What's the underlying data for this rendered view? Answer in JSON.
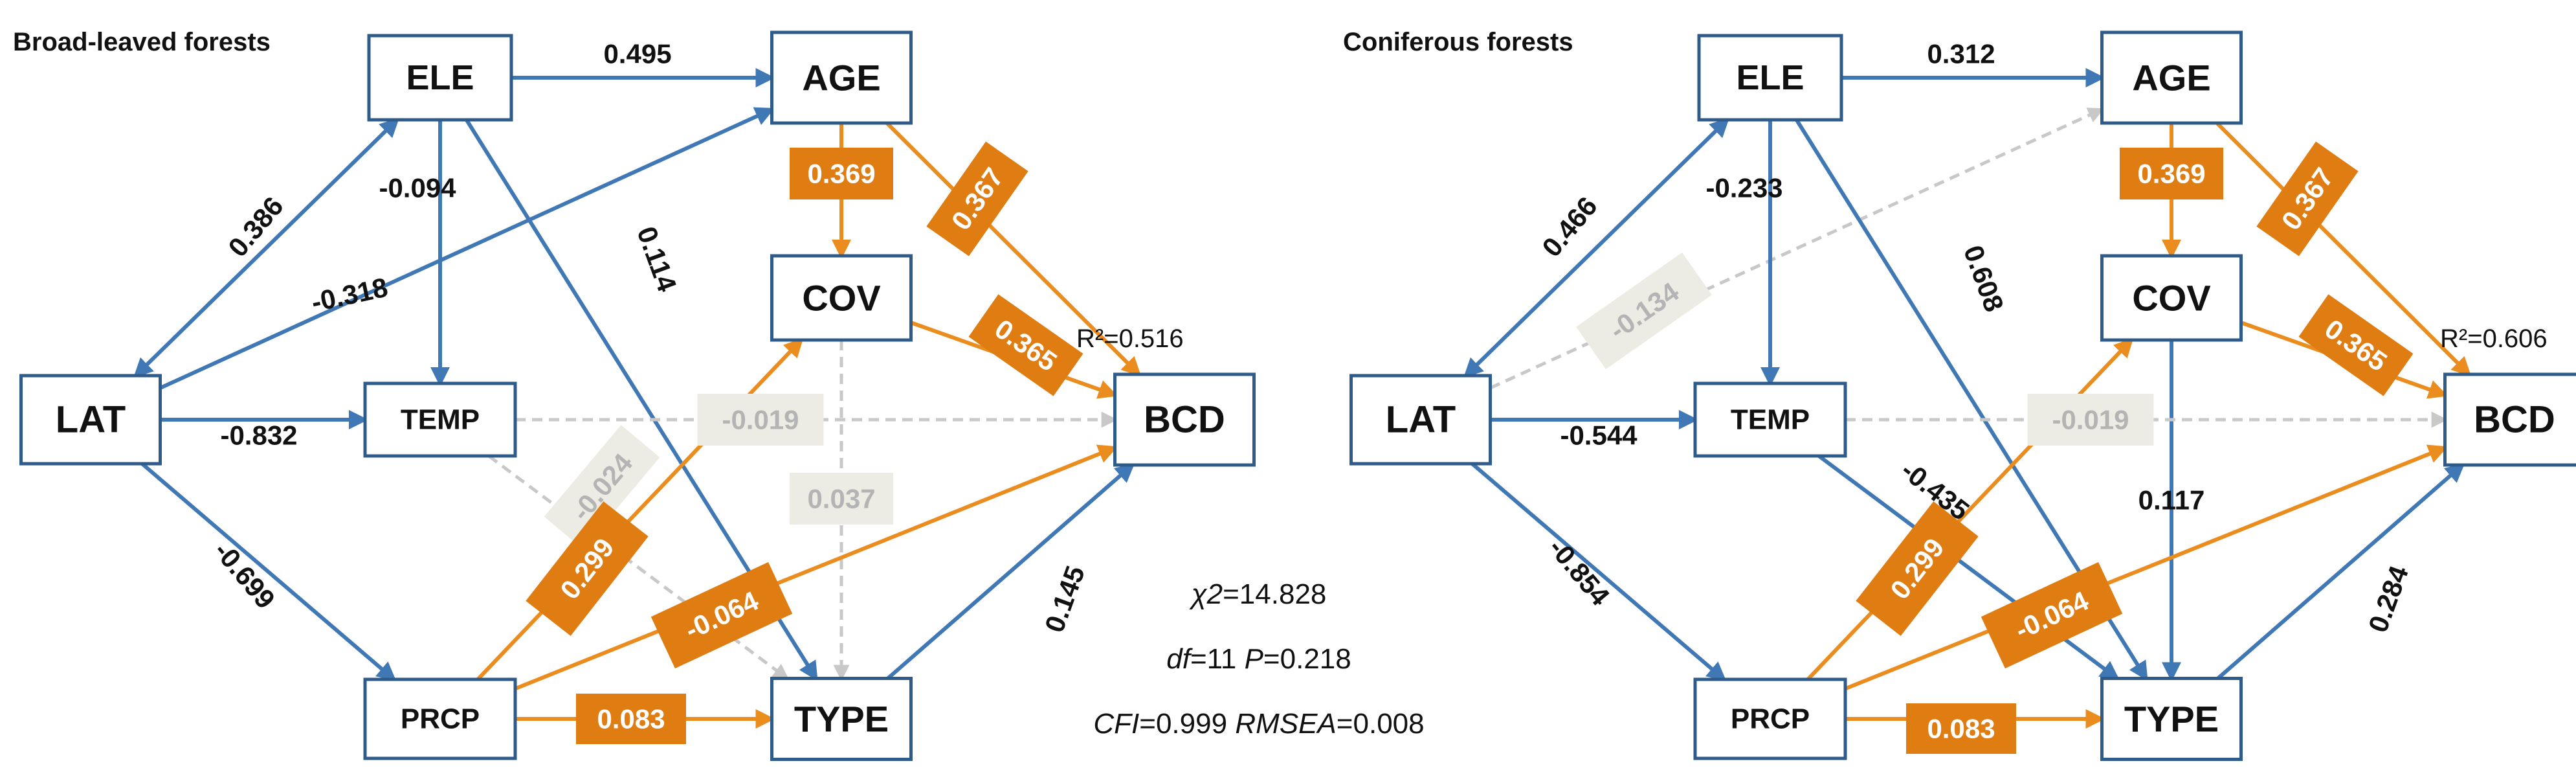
{
  "colors": {
    "blue": "#3f78b4",
    "orange": "#eb8c1e",
    "orange_box": "#e07d12",
    "grey_dash": "#c8c8c8",
    "grey_box": "#ecece4"
  },
  "panels": [
    {
      "title": "Broad-leaved forests",
      "r2": "R²=0.516",
      "nodes": {
        "LAT": "LAT",
        "ELE": "ELE",
        "TEMP": "TEMP",
        "PRCP": "PRCP",
        "AGE": "AGE",
        "COV": "COV",
        "TYPE": "TYPE",
        "BCD": "BCD"
      },
      "edges": [
        {
          "from": "LAT",
          "to": "ELE",
          "value": "0.386",
          "style": "blue"
        },
        {
          "from": "LAT",
          "to": "AGE",
          "value": "-0.318",
          "style": "blue"
        },
        {
          "from": "LAT",
          "to": "TEMP",
          "value": "-0.832",
          "style": "blue"
        },
        {
          "from": "LAT",
          "to": "PRCP",
          "value": "-0.699",
          "style": "blue"
        },
        {
          "from": "ELE",
          "to": "AGE",
          "value": "0.495",
          "style": "blue"
        },
        {
          "from": "ELE",
          "to": "TEMP",
          "value": "-0.094",
          "style": "blue"
        },
        {
          "from": "ELE",
          "to": "TYPE",
          "value": "0.114",
          "style": "blue"
        },
        {
          "from": "AGE",
          "to": "COV",
          "value": "0.369",
          "style": "orange"
        },
        {
          "from": "AGE",
          "to": "BCD",
          "value": "0.367",
          "style": "orange"
        },
        {
          "from": "COV",
          "to": "BCD",
          "value": "0.365",
          "style": "orange"
        },
        {
          "from": "COV",
          "to": "TYPE",
          "value": "0.037",
          "style": "ns"
        },
        {
          "from": "TEMP",
          "to": "BCD",
          "value": "-0.019",
          "style": "ns"
        },
        {
          "from": "TEMP",
          "to": "TYPE",
          "value": "-0.024",
          "style": "ns"
        },
        {
          "from": "PRCP",
          "to": "COV",
          "value": "0.299",
          "style": "orange"
        },
        {
          "from": "PRCP",
          "to": "BCD",
          "value": "-0.064",
          "style": "orange"
        },
        {
          "from": "PRCP",
          "to": "TYPE",
          "value": "0.083",
          "style": "orange"
        },
        {
          "from": "TYPE",
          "to": "BCD",
          "value": "0.145",
          "style": "blue"
        }
      ]
    },
    {
      "title": "Coniferous forests",
      "r2": "R²=0.606",
      "nodes": {
        "LAT": "LAT",
        "ELE": "ELE",
        "TEMP": "TEMP",
        "PRCP": "PRCP",
        "AGE": "AGE",
        "COV": "COV",
        "TYPE": "TYPE",
        "BCD": "BCD"
      },
      "edges": [
        {
          "from": "LAT",
          "to": "ELE",
          "value": "0.466",
          "style": "blue"
        },
        {
          "from": "LAT",
          "to": "AGE",
          "value": "-0.134",
          "style": "ns"
        },
        {
          "from": "LAT",
          "to": "TEMP",
          "value": "-0.544",
          "style": "blue"
        },
        {
          "from": "LAT",
          "to": "PRCP",
          "value": "-0.854",
          "style": "blue"
        },
        {
          "from": "ELE",
          "to": "AGE",
          "value": "0.312",
          "style": "blue"
        },
        {
          "from": "ELE",
          "to": "TEMP",
          "value": "-0.233",
          "style": "blue"
        },
        {
          "from": "ELE",
          "to": "TYPE",
          "value": "0.608",
          "style": "blue"
        },
        {
          "from": "AGE",
          "to": "COV",
          "value": "0.369",
          "style": "orange"
        },
        {
          "from": "AGE",
          "to": "BCD",
          "value": "0.367",
          "style": "orange"
        },
        {
          "from": "COV",
          "to": "BCD",
          "value": "0.365",
          "style": "orange"
        },
        {
          "from": "COV",
          "to": "TYPE",
          "value": "0.117",
          "style": "blue"
        },
        {
          "from": "TEMP",
          "to": "BCD",
          "value": "-0.019",
          "style": "ns"
        },
        {
          "from": "TEMP",
          "to": "TYPE",
          "value": "-0.435",
          "style": "blue"
        },
        {
          "from": "PRCP",
          "to": "COV",
          "value": "0.299",
          "style": "orange"
        },
        {
          "from": "PRCP",
          "to": "BCD",
          "value": "-0.064",
          "style": "orange"
        },
        {
          "from": "PRCP",
          "to": "TYPE",
          "value": "0.083",
          "style": "orange"
        },
        {
          "from": "TYPE",
          "to": "BCD",
          "value": "0.284",
          "style": "blue"
        }
      ]
    }
  ],
  "fit": {
    "chi2_label": "χ2",
    "chi2_value": "=14.828",
    "df_label": "df",
    "df_value": "=11",
    "p_label": "P",
    "p_value": "=0.218",
    "cfi_label": "CFI",
    "cfi_value": "=0.999",
    "rmsea_label": "RMSEA",
    "rmsea_value": "=0.008"
  }
}
